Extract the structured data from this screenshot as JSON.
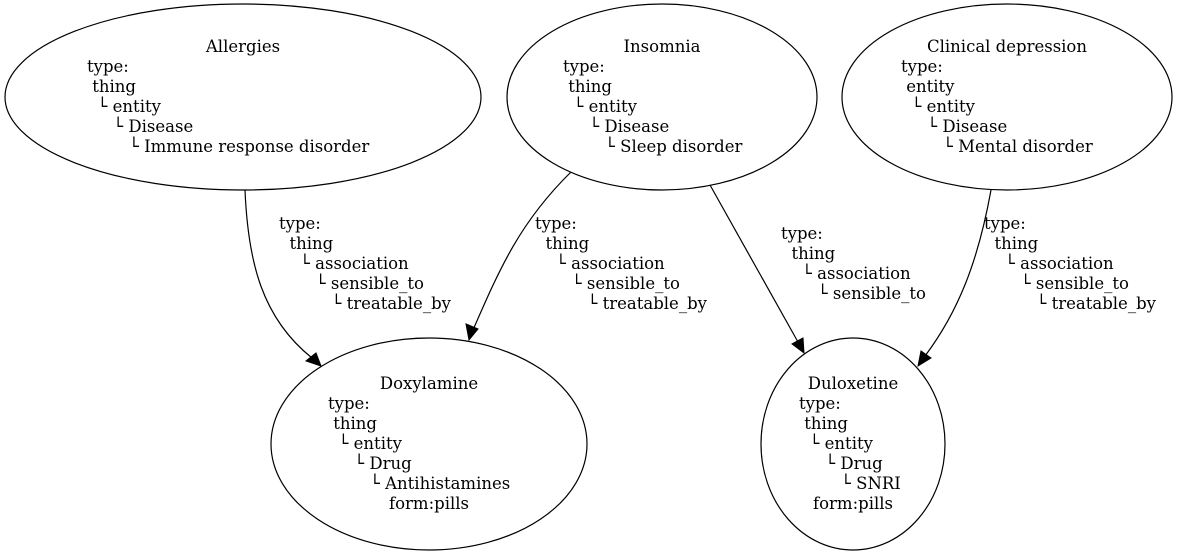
{
  "nodes": {
    "allergies": {
      "title": "Allergies",
      "lines": [
        "type:",
        " thing",
        "  └ entity",
        "     └ Disease",
        "        └ Immune response disorder"
      ]
    },
    "insomnia": {
      "title": "Insomnia",
      "lines": [
        "type:",
        " thing",
        "  └ entity",
        "     └ Disease",
        "        └ Sleep disorder"
      ]
    },
    "depression": {
      "title": "Clinical depression",
      "lines": [
        "type:",
        " entity",
        "  └ entity",
        "     └ Disease",
        "        └ Mental disorder"
      ]
    },
    "doxylamine": {
      "title": "Doxylamine",
      "lines": [
        "type:",
        " thing",
        "  └ entity",
        "     └ Drug",
        "        └ Antihistamines",
        "form:pills"
      ]
    },
    "duloxetine": {
      "title": "Duloxetine",
      "lines": [
        "type:",
        " thing",
        "  └ entity",
        "     └ Drug",
        "        └ SNRI",
        "form:pills"
      ]
    }
  },
  "edges": {
    "allergies_doxylamine": {
      "lines": [
        "type:",
        "  thing",
        "    └ association",
        "       └ sensible_to",
        "          └ treatable_by"
      ]
    },
    "insomnia_doxylamine": {
      "lines": [
        "type:",
        "  thing",
        "    └ association",
        "       └ sensible_to",
        "          └ treatable_by"
      ]
    },
    "insomnia_duloxetine": {
      "lines": [
        "type:",
        "  thing",
        "    └ association",
        "       └ sensible_to"
      ]
    },
    "depression_duloxetine": {
      "lines": [
        "type:",
        "  thing",
        "    └ association",
        "       └ sensible_to",
        "          └ treatable_by"
      ]
    }
  }
}
